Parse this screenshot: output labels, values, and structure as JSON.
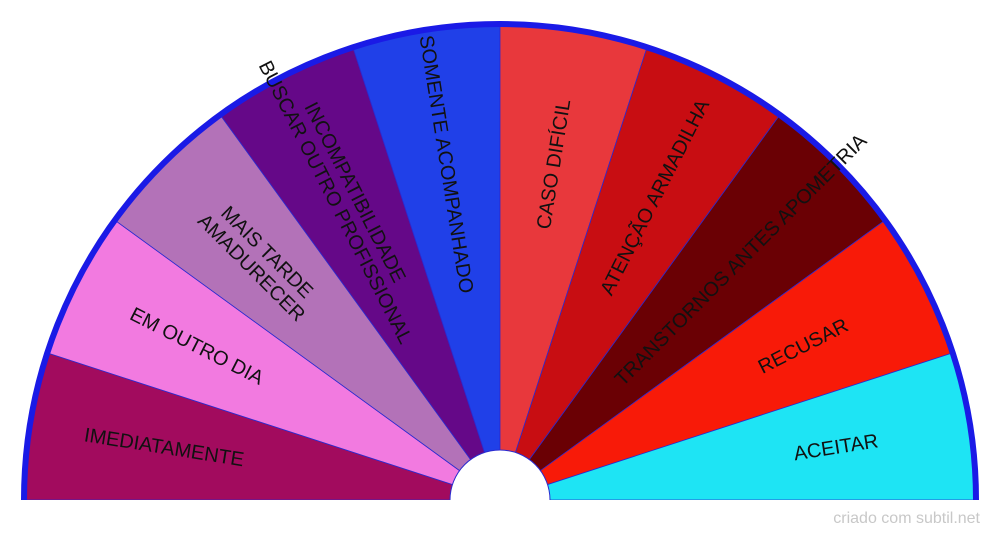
{
  "credit": "criado com subtil.net",
  "colors": {
    "rim": "#1a1ae6",
    "hub": "#ffffff"
  },
  "segments": [
    {
      "lines": [
        "IMEDIATAMENTE"
      ],
      "color": "#a20b5e"
    },
    {
      "lines": [
        "EM OUTRO DIA"
      ],
      "color": "#f27ae0"
    },
    {
      "lines": [
        "MAIS TARDE",
        "AMADURECER"
      ],
      "color": "#b372b8"
    },
    {
      "lines": [
        "INCOMPATIBILIDADE",
        "BUSCAR OUTRO PROFISSIONAL"
      ],
      "color": "#650888"
    },
    {
      "lines": [
        "SOMENTE ACOMPANHADO"
      ],
      "color": "#2040e8"
    },
    {
      "lines": [
        "CASO DIFÍCIL"
      ],
      "color": "#e8383c"
    },
    {
      "lines": [
        "ATENÇÃO ARMADILHA"
      ],
      "color": "#c80d12"
    },
    {
      "lines": [
        "TRANSTORNOS ANTES APOMETRIA"
      ],
      "color": "#6a0004"
    },
    {
      "lines": [
        "RECUSAR"
      ],
      "color": "#f81a08"
    },
    {
      "lines": [
        "ACEITAR"
      ],
      "color": "#1ee4f4"
    }
  ]
}
